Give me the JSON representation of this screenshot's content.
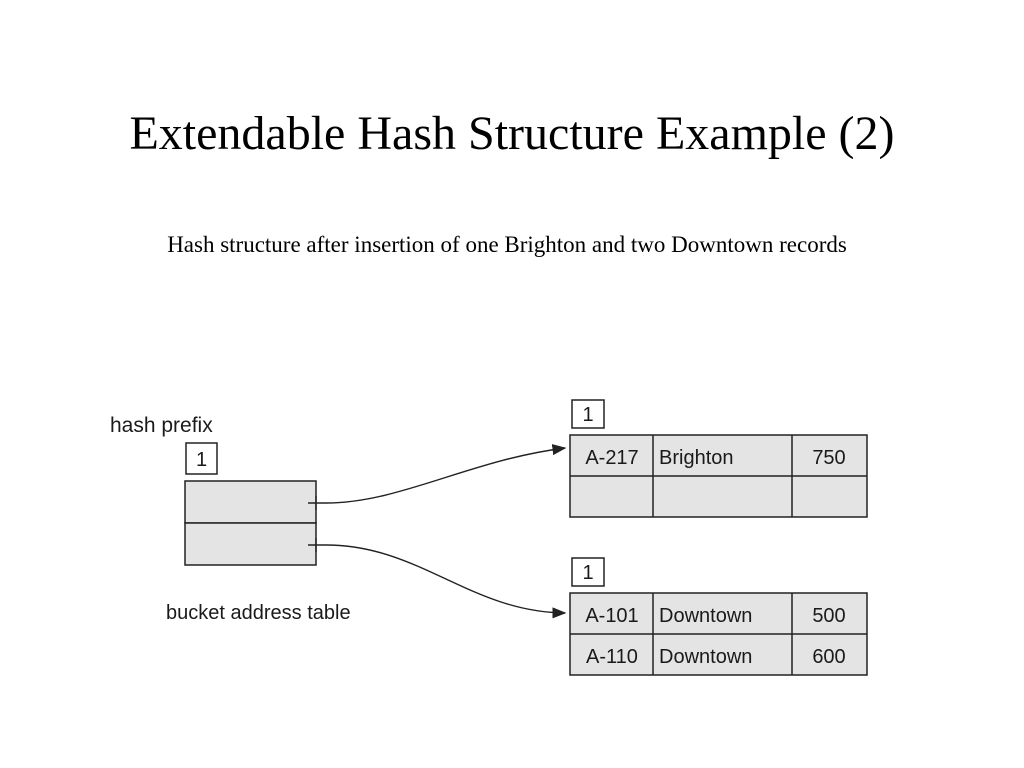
{
  "slide": {
    "title": "Extendable Hash Structure Example (2)",
    "subtitle": "Hash structure after insertion of one Brighton and two Downtown records"
  },
  "diagram": {
    "hash_prefix_label": "hash prefix",
    "global_depth": "1",
    "bucket_address_table_label": "bucket address table",
    "buckets": [
      {
        "local_depth": "1",
        "records": [
          {
            "account": "A-217",
            "branch": "Brighton",
            "balance": "750"
          },
          {
            "account": "",
            "branch": "",
            "balance": ""
          }
        ]
      },
      {
        "local_depth": "1",
        "records": [
          {
            "account": "A-101",
            "branch": "Downtown",
            "balance": "500"
          },
          {
            "account": "A-110",
            "branch": "Downtown",
            "balance": "600"
          }
        ]
      }
    ],
    "colors": {
      "cell_fill": "#e4e4e4",
      "line": "#222222"
    }
  }
}
